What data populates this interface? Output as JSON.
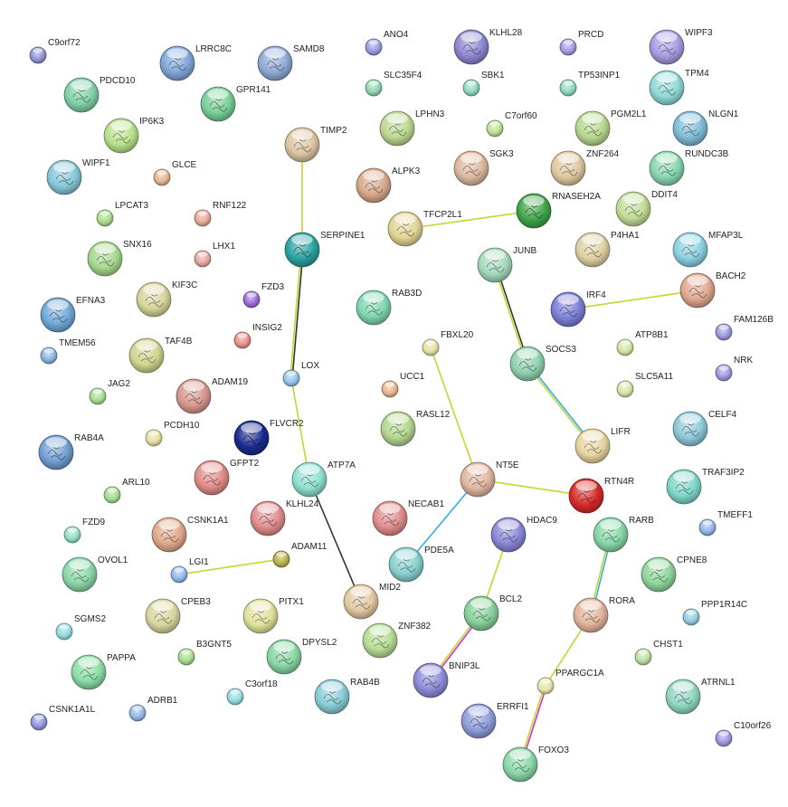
{
  "colors": {
    "edge_textmining": "#c4d62a",
    "edge_coexpression": "#333333",
    "edge_database": "#33aaee",
    "edge_experimental": "#cc33cc",
    "label": "#222222"
  },
  "nodes": [
    {
      "id": "C9orf72",
      "label": "C9orf72",
      "size": "s",
      "color": "#8f94d6"
    },
    {
      "id": "LRRC8C",
      "label": "LRRC8C",
      "size": "l",
      "color": "#7fa6d8"
    },
    {
      "id": "SAMD8",
      "label": "SAMD8",
      "size": "l",
      "color": "#8ea9d4"
    },
    {
      "id": "ANO4",
      "label": "ANO4",
      "size": "s",
      "color": "#9a9be0"
    },
    {
      "id": "KLHL28",
      "label": "KLHL28",
      "size": "l",
      "color": "#8c86cf"
    },
    {
      "id": "PRCD",
      "label": "PRCD",
      "size": "s",
      "color": "#a49be2"
    },
    {
      "id": "WIPF3",
      "label": "WIPF3",
      "size": "l",
      "color": "#a89ae0"
    },
    {
      "id": "PDCD10",
      "label": "PDCD10",
      "size": "l",
      "color": "#7fcfa6"
    },
    {
      "id": "GPR141",
      "label": "GPR141",
      "size": "l",
      "color": "#77cf96"
    },
    {
      "id": "SLC35F4",
      "label": "SLC35F4",
      "size": "s",
      "color": "#8fd6b0"
    },
    {
      "id": "SBK1",
      "label": "SBK1",
      "size": "s",
      "color": "#8fd8c0"
    },
    {
      "id": "TP53INP1",
      "label": "TP53INP1",
      "size": "s",
      "color": "#8fd8c0"
    },
    {
      "id": "TPM4",
      "label": "TPM4",
      "size": "l",
      "color": "#8fd8d6"
    },
    {
      "id": "IP6K3",
      "label": "IP6K3",
      "size": "l",
      "color": "#b8e08a"
    },
    {
      "id": "TIMP2",
      "label": "TIMP2",
      "size": "l",
      "color": "#dbc4a0"
    },
    {
      "id": "LPHN3",
      "label": "LPHN3",
      "size": "l",
      "color": "#bcd890"
    },
    {
      "id": "C7orf60",
      "label": "C7orf60",
      "size": "s",
      "color": "#bfe08f"
    },
    {
      "id": "PGM2L1",
      "label": "PGM2L1",
      "size": "l",
      "color": "#b6d88e"
    },
    {
      "id": "NLGN1",
      "label": "NLGN1",
      "size": "l",
      "color": "#80bcd6"
    },
    {
      "id": "WIPF1",
      "label": "WIPF1",
      "size": "l",
      "color": "#86c6d8"
    },
    {
      "id": "GLCE",
      "label": "GLCE",
      "size": "s",
      "color": "#e3b592"
    },
    {
      "id": "ALPK3",
      "label": "ALPK3",
      "size": "l",
      "color": "#d6a98a"
    },
    {
      "id": "SGK3",
      "label": "SGK3",
      "size": "l",
      "color": "#dcb8a0"
    },
    {
      "id": "ZNF264",
      "label": "ZNF264",
      "size": "l",
      "color": "#e0c8a0"
    },
    {
      "id": "RUNDC3B",
      "label": "RUNDC3B",
      "size": "l",
      "color": "#88d6b0"
    },
    {
      "id": "DDIT4",
      "label": "DDIT4",
      "size": "l",
      "color": "#c0dc96"
    },
    {
      "id": "LPCAT3",
      "label": "LPCAT3",
      "size": "s",
      "color": "#a8dc8c"
    },
    {
      "id": "RNF122",
      "label": "RNF122",
      "size": "s",
      "color": "#e8a898"
    },
    {
      "id": "TFCP2L1",
      "label": "TFCP2L1",
      "size": "l",
      "color": "#e0d494"
    },
    {
      "id": "RNASEH2A",
      "label": "RNASEH2A",
      "size": "l",
      "color": "#3fa44a"
    },
    {
      "id": "SERPINE1",
      "label": "SERPINE1",
      "size": "l",
      "color": "#2aa2a0"
    },
    {
      "id": "SNX16",
      "label": "SNX16",
      "size": "l",
      "color": "#a6d88e"
    },
    {
      "id": "LHX1",
      "label": "LHX1",
      "size": "s",
      "color": "#e6a8a0"
    },
    {
      "id": "JUNB",
      "label": "JUNB",
      "size": "l",
      "color": "#a4d8bc"
    },
    {
      "id": "P4HA1",
      "label": "P4HA1",
      "size": "l",
      "color": "#ddd0a2"
    },
    {
      "id": "MFAP3L",
      "label": "MFAP3L",
      "size": "l",
      "color": "#8cd0e0"
    },
    {
      "id": "KIF3C",
      "label": "KIF3C",
      "size": "l",
      "color": "#d6d49a"
    },
    {
      "id": "FZD3",
      "label": "FZD3",
      "size": "s",
      "color": "#a06ad6"
    },
    {
      "id": "RAB3D",
      "label": "RAB3D",
      "size": "l",
      "color": "#7ed6b0"
    },
    {
      "id": "BACH2",
      "label": "BACH2",
      "size": "l",
      "color": "#e0a690"
    },
    {
      "id": "EFNA3",
      "label": "EFNA3",
      "size": "l",
      "color": "#6fa8d6"
    },
    {
      "id": "IRF4",
      "label": "IRF4",
      "size": "l",
      "color": "#7a7ed6"
    },
    {
      "id": "INSIG2",
      "label": "INSIG2",
      "size": "s",
      "color": "#e6908a"
    },
    {
      "id": "FAM126B",
      "label": "FAM126B",
      "size": "s",
      "color": "#9c98e0"
    },
    {
      "id": "TMEM56",
      "label": "TMEM56",
      "size": "s",
      "color": "#8cb4e0"
    },
    {
      "id": "FBXL20",
      "label": "FBXL20",
      "size": "s",
      "color": "#e6e0a4"
    },
    {
      "id": "TAF4B",
      "label": "TAF4B",
      "size": "l",
      "color": "#cfd48e"
    },
    {
      "id": "ATP8B1",
      "label": "ATP8B1",
      "size": "s",
      "color": "#d0e4a4"
    },
    {
      "id": "SOCS3",
      "label": "SOCS3",
      "size": "l",
      "color": "#90d0b0"
    },
    {
      "id": "NRK",
      "label": "NRK",
      "size": "s",
      "color": "#9c98e0"
    },
    {
      "id": "LOX",
      "label": "LOX",
      "size": "s",
      "color": "#90c4ea"
    },
    {
      "id": "ADAM19",
      "label": "ADAM19",
      "size": "l",
      "color": "#d69890"
    },
    {
      "id": "UCC1",
      "label": "UCC1",
      "size": "s",
      "color": "#e8b490"
    },
    {
      "id": "SLC5A11",
      "label": "SLC5A11",
      "size": "s",
      "color": "#d4e6a4"
    },
    {
      "id": "JAG2",
      "label": "JAG2",
      "size": "s",
      "color": "#a6dc94"
    },
    {
      "id": "RASL12",
      "label": "RASL12",
      "size": "l",
      "color": "#b4d690"
    },
    {
      "id": "FLVCR2",
      "label": "FLVCR2",
      "size": "l",
      "color": "#1a2a8e"
    },
    {
      "id": "CELF4",
      "label": "CELF4",
      "size": "l",
      "color": "#8ec8d8"
    },
    {
      "id": "RAB4A",
      "label": "RAB4A",
      "size": "l",
      "color": "#6f9ed0"
    },
    {
      "id": "PCDH10",
      "label": "PCDH10",
      "size": "s",
      "color": "#e6e0a0"
    },
    {
      "id": "LIFR",
      "label": "LIFR",
      "size": "l",
      "color": "#e6d4a0"
    },
    {
      "id": "GFPT2",
      "label": "GFPT2",
      "size": "l",
      "color": "#e08c88"
    },
    {
      "id": "ATP7A",
      "label": "ATP7A",
      "size": "l",
      "color": "#8ee0d0"
    },
    {
      "id": "NT5E",
      "label": "NT5E",
      "size": "l",
      "color": "#e0b6a0"
    },
    {
      "id": "TRAF3IP2",
      "label": "TRAF3IP2",
      "size": "l",
      "color": "#7fd6c8"
    },
    {
      "id": "RTN4R",
      "label": "RTN4R",
      "size": "l",
      "color": "#d62a2a"
    },
    {
      "id": "ARL10",
      "label": "ARL10",
      "size": "s",
      "color": "#a4dc8e"
    },
    {
      "id": "KLHL24",
      "label": "KLHL24",
      "size": "l",
      "color": "#e08c8c"
    },
    {
      "id": "NECAB1",
      "label": "NECAB1",
      "size": "l",
      "color": "#e08c8c"
    },
    {
      "id": "HDAC9",
      "label": "HDAC9",
      "size": "l",
      "color": "#8a86d6"
    },
    {
      "id": "RARB",
      "label": "RARB",
      "size": "l",
      "color": "#86d6a8"
    },
    {
      "id": "TMEFF1",
      "label": "TMEFF1",
      "size": "s",
      "color": "#94b4ea"
    },
    {
      "id": "CSNK1A1",
      "label": "CSNK1A1",
      "size": "l",
      "color": "#e0a88a"
    },
    {
      "id": "FZD9",
      "label": "FZD9",
      "size": "s",
      "color": "#94dcc4"
    },
    {
      "id": "ADAM11",
      "label": "ADAM11",
      "size": "s",
      "color": "#bcb04a"
    },
    {
      "id": "OVOL1",
      "label": "OVOL1",
      "size": "l",
      "color": "#8ad6a8"
    },
    {
      "id": "LGI1",
      "label": "LGI1",
      "size": "s",
      "color": "#90b8ea"
    },
    {
      "id": "PDE5A",
      "label": "PDE5A",
      "size": "l",
      "color": "#88d0d0"
    },
    {
      "id": "CPNE8",
      "label": "CPNE8",
      "size": "l",
      "color": "#8ed69a"
    },
    {
      "id": "MID2",
      "label": "MID2",
      "size": "l",
      "color": "#e2c8a0"
    },
    {
      "id": "CPEB3",
      "label": "CPEB3",
      "size": "l",
      "color": "#d6d6a0"
    },
    {
      "id": "PITX1",
      "label": "PITX1",
      "size": "l",
      "color": "#e0e09c"
    },
    {
      "id": "BCL2",
      "label": "BCL2",
      "size": "l",
      "color": "#88d09c"
    },
    {
      "id": "RORA",
      "label": "RORA",
      "size": "l",
      "color": "#e2b49c"
    },
    {
      "id": "PPP1R14C",
      "label": "PPP1R14C",
      "size": "s",
      "color": "#94cce0"
    },
    {
      "id": "SGMS2",
      "label": "SGMS2",
      "size": "s",
      "color": "#94dce0"
    },
    {
      "id": "ZNF382",
      "label": "ZNF382",
      "size": "l",
      "color": "#b6dc94"
    },
    {
      "id": "DPYSL2",
      "label": "DPYSL2",
      "size": "l",
      "color": "#88d6a4"
    },
    {
      "id": "B3GNT5",
      "label": "B3GNT5",
      "size": "s",
      "color": "#a8dc90"
    },
    {
      "id": "PAPPA",
      "label": "PAPPA",
      "size": "l",
      "color": "#8cdca4"
    },
    {
      "id": "CHST1",
      "label": "CHST1",
      "size": "s",
      "color": "#b8e0a0"
    },
    {
      "id": "BNIP3L",
      "label": "BNIP3L",
      "size": "l",
      "color": "#8e8ad8"
    },
    {
      "id": "PPARGC1A",
      "label": "PPARGC1A",
      "size": "s",
      "color": "#e6e4a8"
    },
    {
      "id": "ATRNL1",
      "label": "ATRNL1",
      "size": "l",
      "color": "#90d6c0"
    },
    {
      "id": "RAB4B",
      "label": "RAB4B",
      "size": "l",
      "color": "#88ccd6"
    },
    {
      "id": "C3orf18",
      "label": "C3orf18",
      "size": "s",
      "color": "#94dce0"
    },
    {
      "id": "ADRB1",
      "label": "ADRB1",
      "size": "s",
      "color": "#94b8e6"
    },
    {
      "id": "CSNK1A1L",
      "label": "CSNK1A1L",
      "size": "s",
      "color": "#9094d8"
    },
    {
      "id": "ERRFI1",
      "label": "ERRFI1",
      "size": "l",
      "color": "#8e9cd8"
    },
    {
      "id": "C10orf26",
      "label": "C10orf26",
      "size": "s",
      "color": "#9c98e0"
    },
    {
      "id": "FOXO3",
      "label": "FOXO3",
      "size": "l",
      "color": "#8cd6a8"
    }
  ],
  "edges": [
    {
      "a": "TIMP2",
      "b": "SERPINE1",
      "types": [
        "textmining"
      ]
    },
    {
      "a": "TFCP2L1",
      "b": "RNASEH2A",
      "types": [
        "textmining"
      ]
    },
    {
      "a": "SERPINE1",
      "b": "LOX",
      "types": [
        "coexpression",
        "textmining"
      ]
    },
    {
      "a": "LOX",
      "b": "ATP7A",
      "types": [
        "textmining"
      ]
    },
    {
      "a": "JUNB",
      "b": "SOCS3",
      "types": [
        "coexpression",
        "textmining"
      ]
    },
    {
      "a": "IRF4",
      "b": "BACH2",
      "types": [
        "textmining"
      ]
    },
    {
      "a": "SOCS3",
      "b": "LIFR",
      "types": [
        "database",
        "textmining"
      ]
    },
    {
      "a": "FBXL20",
      "b": "NT5E",
      "types": [
        "textmining"
      ]
    },
    {
      "a": "NT5E",
      "b": "RTN4R",
      "types": [
        "textmining"
      ]
    },
    {
      "a": "NT5E",
      "b": "PDE5A",
      "types": [
        "database"
      ]
    },
    {
      "a": "ATP7A",
      "b": "MID2",
      "types": [
        "coexpression"
      ]
    },
    {
      "a": "LGI1",
      "b": "ADAM11",
      "types": [
        "textmining"
      ]
    },
    {
      "a": "HDAC9",
      "b": "BCL2",
      "types": [
        "textmining"
      ]
    },
    {
      "a": "BCL2",
      "b": "BNIP3L",
      "types": [
        "experimental",
        "textmining"
      ]
    },
    {
      "a": "RARB",
      "b": "RORA",
      "types": [
        "database",
        "textmining"
      ]
    },
    {
      "a": "RORA",
      "b": "PPARGC1A",
      "types": [
        "textmining"
      ]
    },
    {
      "a": "PPARGC1A",
      "b": "FOXO3",
      "types": [
        "experimental",
        "textmining"
      ]
    }
  ]
}
